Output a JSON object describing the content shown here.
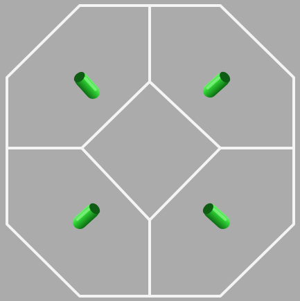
{
  "board": {
    "shape": "octagon",
    "background_color": "#ababab",
    "line_color": "#f4f4f4",
    "regions": [
      "top-left",
      "top-right",
      "bottom-left",
      "bottom-right",
      "center"
    ]
  },
  "pieces": [
    {
      "id": "piece-top-left",
      "color": "#22b02a",
      "region": "top-left",
      "orientation": "diagonal-down"
    },
    {
      "id": "piece-top-right",
      "color": "#22b02a",
      "region": "top-right",
      "orientation": "diagonal-up"
    },
    {
      "id": "piece-bottom-left",
      "color": "#22b02a",
      "region": "bottom-left",
      "orientation": "diagonal-up"
    },
    {
      "id": "piece-bottom-right",
      "color": "#22b02a",
      "region": "bottom-right",
      "orientation": "diagonal-down"
    }
  ]
}
